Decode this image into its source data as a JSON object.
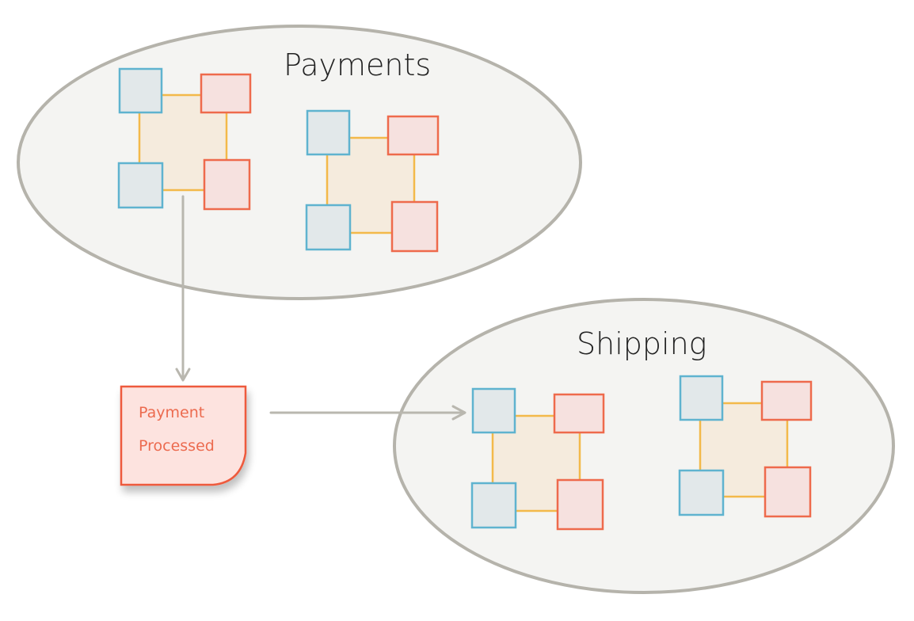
{
  "diagram": {
    "contexts": [
      {
        "label": "Payments",
        "aggregate_count": 2
      },
      {
        "label": "Shipping",
        "aggregate_count": 2
      }
    ],
    "event_note": {
      "line1": "Payment",
      "line2": "Processed"
    }
  },
  "colors": {
    "context_fill": "#f4f4f2",
    "context_stroke": "#b5b3ab",
    "aggregate_fill": "#f5ebdd",
    "aggregate_stroke": "#f3b94a",
    "port_blue_fill": "#e2e8ea",
    "port_blue_stroke": "#5fb3cf",
    "port_red_fill": "#f6e1df",
    "port_red_stroke": "#ee6a4c",
    "note_fill": "#fde3df",
    "note_stroke": "#ee5a3d",
    "arrow": "#b9b7af"
  }
}
